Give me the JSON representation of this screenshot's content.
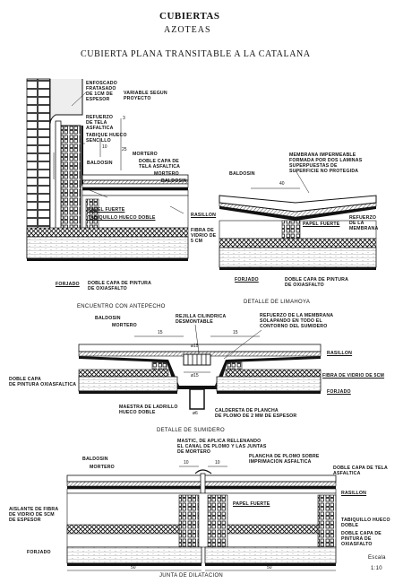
{
  "header": {
    "title": "CUBIERTAS",
    "subtitle": "AZOTEAS",
    "main_title": "CUBIERTA PLANA TRANSITABLE A LA CATALANA"
  },
  "detail1": {
    "enfoscado": [
      "ENFOSCADO",
      "FRATASADO",
      "DE 1CM DE",
      "ESPESOR"
    ],
    "variable": [
      "VARIABLE SEGUN",
      "PROYECTO"
    ],
    "refuerzo": [
      "REFUERZO",
      "DE TELA",
      "ASFALTICA"
    ],
    "tabique_sencillo": [
      "TABIQUE HUECO",
      "SENCILLO"
    ],
    "baldosin": "BALDOSIN",
    "mortero": "MORTERO",
    "doble_capa_tela": [
      "DOBLE CAPA DE",
      "TELA ASFALTICA"
    ],
    "mortero2": "MORTERO",
    "baldosin2": "BALDOSIN",
    "papel": "PAPEL FUERTE",
    "tabiquillo": "TABIQUILLO HUECO DOBLE",
    "rasillon": "RASILLON",
    "fibra": [
      "FIBRA DE",
      "VIDRIO DE",
      "5 CM"
    ],
    "forjado": "FORJADO",
    "doble_pintura": [
      "DOBLE CAPA DE PINTURA",
      "DE OXIASFALTO"
    ],
    "dims": [
      "3",
      "10",
      "25"
    ]
  },
  "detail2": {
    "membrana": [
      "MEMBRANA IMPERMEABLE",
      "FORMADA POR DOS LAMINAS",
      "SUPERPUESTAS DE",
      "SUPERFICIE NO PROTEGIDA"
    ],
    "baldosin": "BALDOSIN",
    "dim": "40",
    "papel": "PAPEL FUERTE",
    "refuerzo": [
      "REFUERZO",
      "DE LA",
      "MEMBRANA"
    ],
    "forjado": "FORJADO",
    "doble_pintura": [
      "DOBLE CAPA DE PINTURA",
      "DE OXIASFALTO"
    ]
  },
  "captions": {
    "encuentro": "ENCUENTRO CON ANTEPECHO",
    "limahoya": "DETALLE DE LIMAHOYA",
    "sumidero": "DETALLE DE SUMIDERO",
    "junta": "JUNTA DE DILATACION"
  },
  "detail3": {
    "baldosin": "BALDOSIN",
    "mortero": "MORTERO",
    "rejilla": [
      "REJILLA CILINDRICA",
      "DESMONTABLE"
    ],
    "refuerzo": [
      "REFUERZO DE LA MEMBRANA",
      "SOLAPANDO EN TODO EL",
      "CONTORNO DEL SUMIDERO"
    ],
    "rasillon": "RASILLON",
    "doble_pintura": [
      "DOBLE CAPA",
      "DE PINTURA OXIASFALTICA"
    ],
    "fibra": "FIBRA DE VIDRIO DE 5CM",
    "forjado": "FORJADO",
    "maestra": [
      "MAESTRA DE LADRILLO",
      "HUECO DOBLE"
    ],
    "caldereta": [
      "CALDERETA DE PLANCHA",
      "DE PLOMO DE 2 MM DE ESPESOR"
    ],
    "dims": [
      "15",
      "15",
      "ø15",
      "ø15",
      "ø6"
    ]
  },
  "detail4": {
    "mastic": [
      "MASTIC, DE APLICA RELLENANDO",
      "EL CANAL DE PLOMO Y LAS JUNTAS",
      "DE MORTERO"
    ],
    "baldosin": "BALDOSIN",
    "mortero": "MORTERO",
    "plancha": [
      "PLANCHA DE PLOMO SOBRE",
      "IMPRIMACION ASFALTICA"
    ],
    "doble_tela": [
      "DOBLE CAPA DE TELA",
      "ASFALTICA"
    ],
    "rasillon": "RASILLON",
    "aislante": [
      "AISLANTE DE FIBRA",
      "DE VIDRIO DE 5CM",
      "DE ESPESOR"
    ],
    "papel": "PAPEL FUERTE",
    "tabiquillo": [
      "TABIQUILLO HUECO",
      "DOBLE"
    ],
    "doble_pintura": [
      "DOBLE CAPA DE",
      "PINTURA DE",
      "OXIASFALTO"
    ],
    "forjado": "FORJADO",
    "dims": [
      "10",
      "10",
      "50",
      "50"
    ]
  },
  "scale": {
    "label": "Escala",
    "value": "1:10"
  }
}
